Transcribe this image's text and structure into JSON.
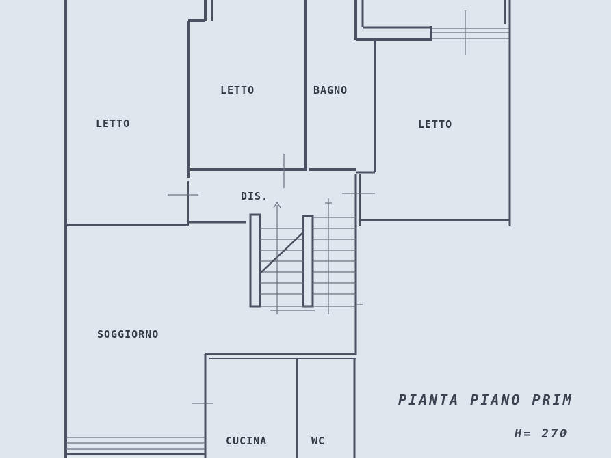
{
  "rooms": {
    "letto_left": "LETTO",
    "letto_center": "LETTO",
    "bagno": "BAGNO",
    "letto_right": "LETTO",
    "disimpegno": "DIS.",
    "soggiorno": "SOGGIORNO",
    "cucina": "CUCINA",
    "wc": "WC"
  },
  "caption": {
    "title": "PIANTA PIANO PRIM",
    "height": "H= 270"
  },
  "colors": {
    "paper": "#dfe6ee",
    "ink": "#4a5160"
  }
}
